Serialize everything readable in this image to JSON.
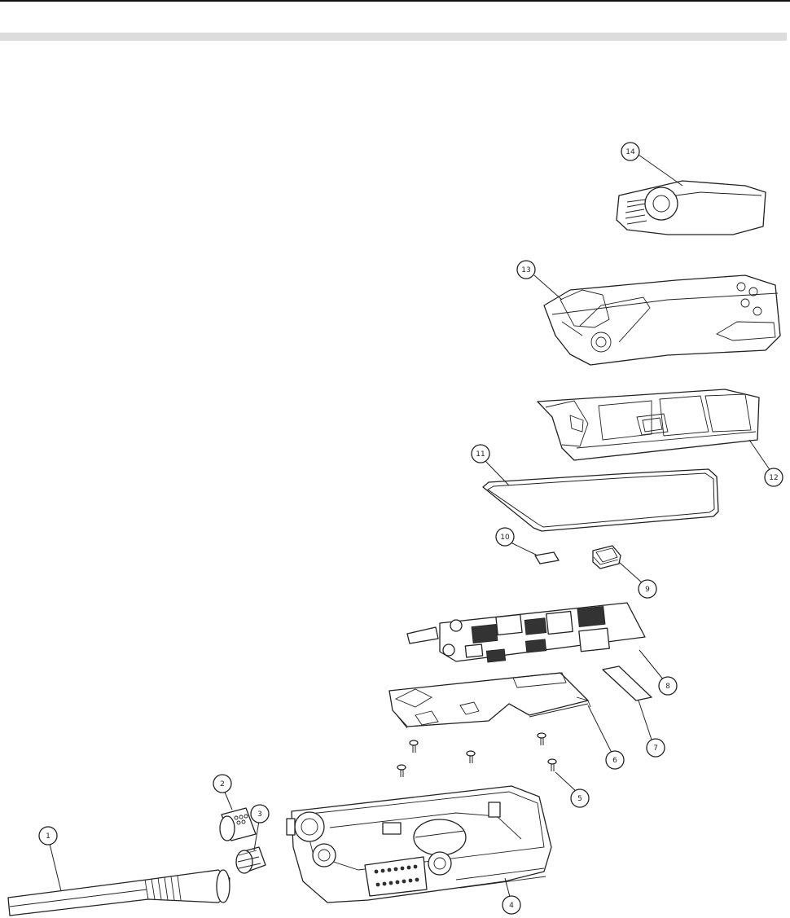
{
  "callouts": {
    "c1": "1",
    "c2": "2",
    "c3": "3",
    "c4": "4",
    "c5": "5",
    "c6": "6",
    "c7": "7",
    "c8": "8",
    "c9": "9",
    "c10": "10",
    "c11": "11",
    "c12": "12",
    "c13": "13",
    "c14": "14"
  },
  "colors": {
    "line": "#222222",
    "band": "#dcdcdc",
    "background": "#ffffff"
  }
}
